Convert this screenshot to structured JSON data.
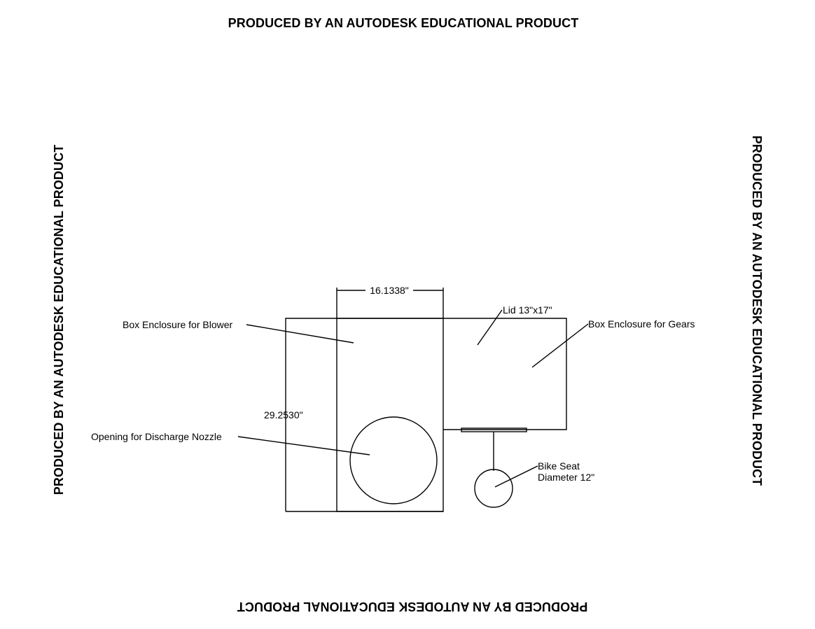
{
  "watermark": {
    "text": "PRODUCED BY AN AUTODESK EDUCATIONAL PRODUCT"
  },
  "labels": {
    "width_dimension": "16.1338\"",
    "height_dimension": "29.2530\"",
    "lid": "Lid 13\"x17\"",
    "blower_box": "Box Enclosure for Blower",
    "gears_box": "Box Enclosure for Gears",
    "nozzle_opening": "Opening for Discharge Nozzle",
    "bike_seat_line1": "Bike Seat",
    "bike_seat_line2": "Diameter 12\""
  }
}
